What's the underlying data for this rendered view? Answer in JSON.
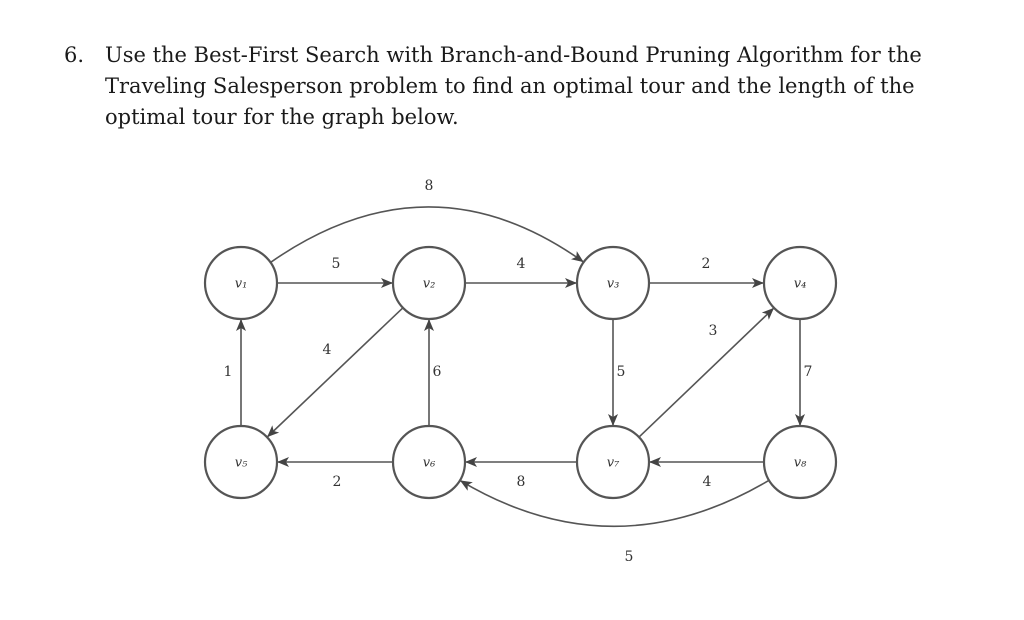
{
  "problem": {
    "number": "6.",
    "text": "Use the Best-First Search with Branch-and-Bound Pruning Algorithm for the Traveling Salesperson problem to find an optimal tour and the length of the optimal tour for the graph below."
  },
  "graph": {
    "nodes": [
      {
        "id": "v1",
        "label": "v₁"
      },
      {
        "id": "v2",
        "label": "v₂"
      },
      {
        "id": "v3",
        "label": "v₃"
      },
      {
        "id": "v4",
        "label": "v₄"
      },
      {
        "id": "v5",
        "label": "v₅"
      },
      {
        "id": "v6",
        "label": "v₆"
      },
      {
        "id": "v7",
        "label": "v₇"
      },
      {
        "id": "v8",
        "label": "v₈"
      }
    ],
    "edges": [
      {
        "from": "v1",
        "to": "v2",
        "weight": "5"
      },
      {
        "from": "v2",
        "to": "v3",
        "weight": "4"
      },
      {
        "from": "v3",
        "to": "v4",
        "weight": "2"
      },
      {
        "from": "v1",
        "to": "v3",
        "weight": "8"
      },
      {
        "from": "v5",
        "to": "v1",
        "weight": "1"
      },
      {
        "from": "v2",
        "to": "v5",
        "weight": "4"
      },
      {
        "from": "v6",
        "to": "v2",
        "weight": "6"
      },
      {
        "from": "v3",
        "to": "v7",
        "weight": "5"
      },
      {
        "from": "v7",
        "to": "v4",
        "weight": "3"
      },
      {
        "from": "v4",
        "to": "v8",
        "weight": "7"
      },
      {
        "from": "v6",
        "to": "v5",
        "weight": "2"
      },
      {
        "from": "v7",
        "to": "v6",
        "weight": "8"
      },
      {
        "from": "v8",
        "to": "v7",
        "weight": "4"
      },
      {
        "from": "v8",
        "to": "v6",
        "weight": "5"
      }
    ]
  }
}
